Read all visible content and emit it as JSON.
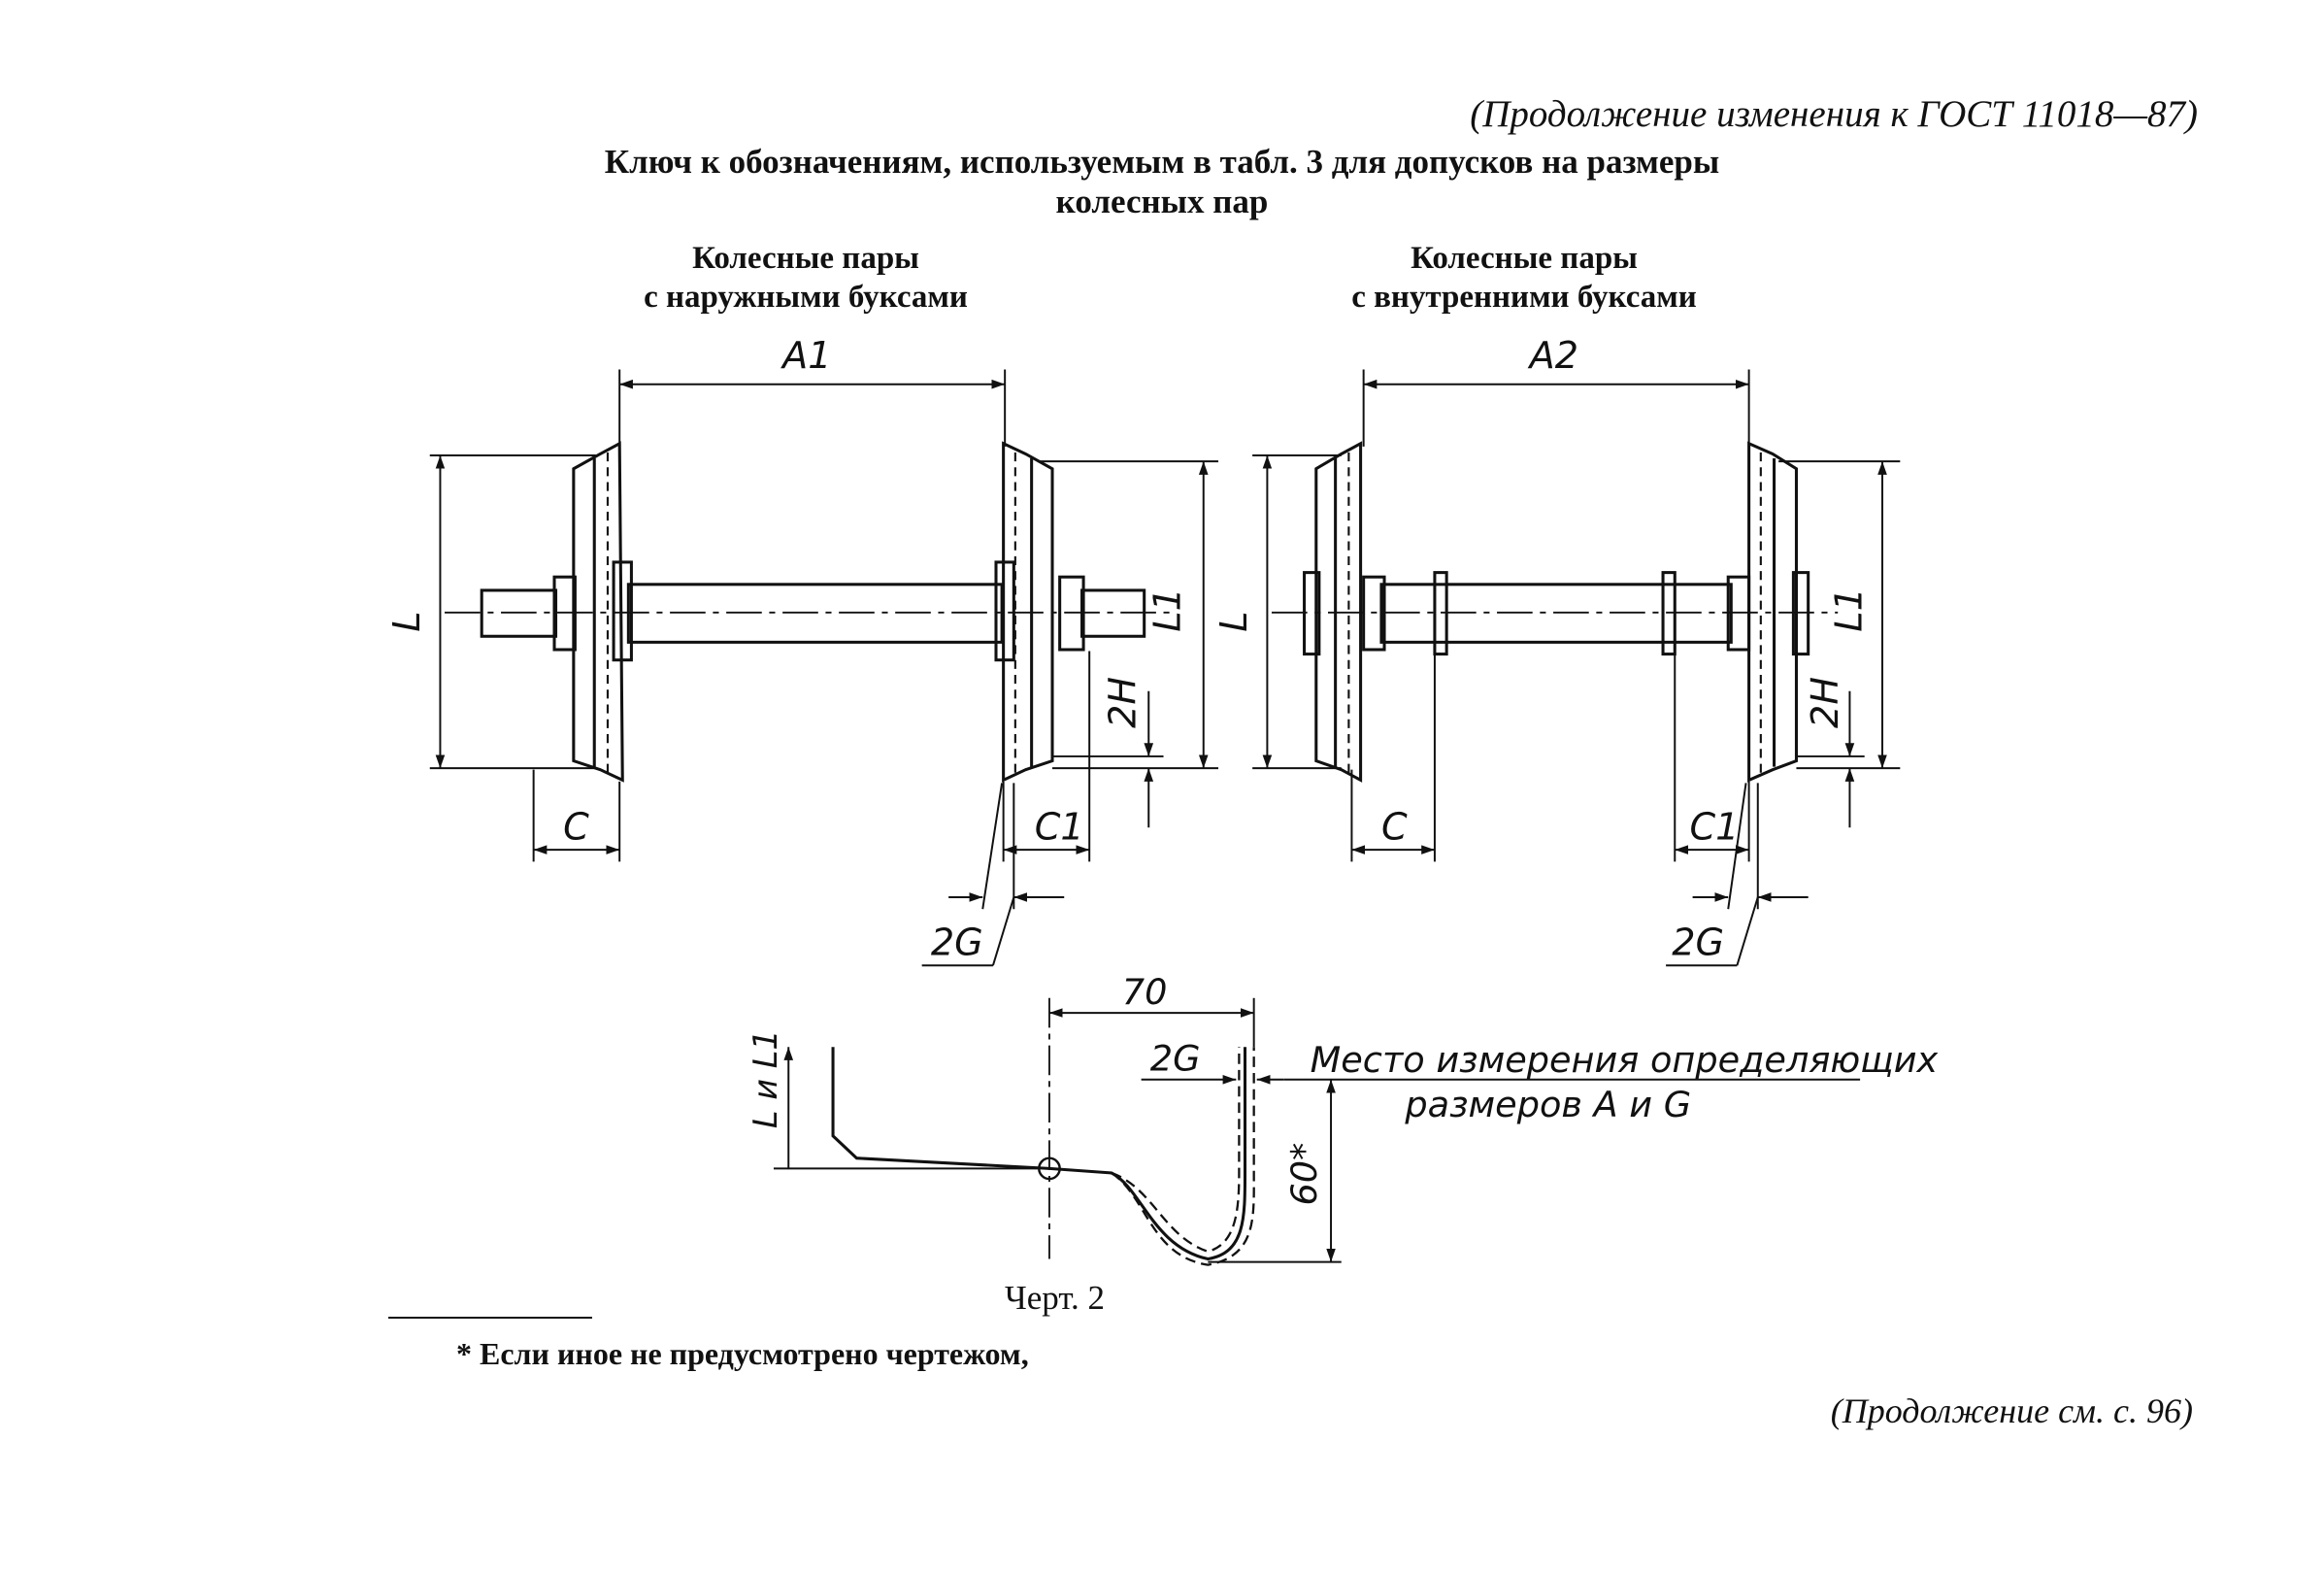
{
  "header": {
    "continuation_top": "(Продолжение изменения к ГОСТ 11018—87)"
  },
  "title": {
    "line1": "Ключ к обозначениям, используемым в табл. 3 для допусков на размеры",
    "line2": "колесных пар"
  },
  "left_figure": {
    "caption_line1": "Колесные пары",
    "caption_line2": "с наружными буксами",
    "labels": {
      "a": "A1",
      "l": "L",
      "l1": "L1",
      "h": "2H",
      "c": "C",
      "c1": "C1",
      "g": "2G"
    }
  },
  "right_figure": {
    "caption_line1": "Колесные пары",
    "caption_line2": "с внутренними буксами",
    "labels": {
      "a": "A2",
      "l": "L",
      "l1": "L1",
      "h": "2H",
      "c": "C",
      "c1": "C1",
      "g": "2G"
    }
  },
  "profile_detail": {
    "dim_70": "70",
    "dim_2g": "2G",
    "dim_60": "60*",
    "axis_label": "L и L1",
    "note_line1": "Место измерения определяющих",
    "note_line2": "размеров А и G"
  },
  "figure_caption": "Черт. 2",
  "footnote": "* Если иное не предусмотрено чертежом,",
  "footer": {
    "continuation_bottom": "(Продолжение см. с. 96)"
  }
}
